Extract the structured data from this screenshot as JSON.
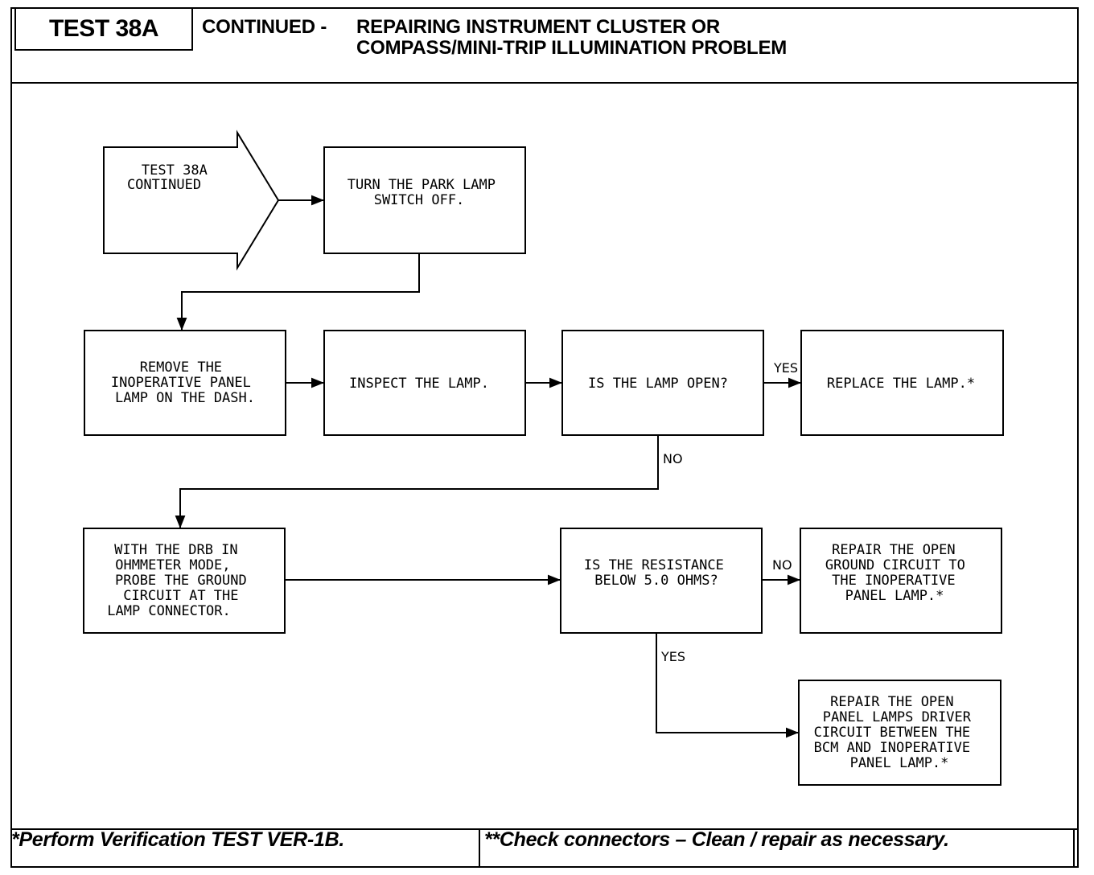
{
  "header": {
    "test_label": "TEST 38A",
    "title_prefix": "CONTINUED -",
    "title_line1": "REPAIRING INSTRUMENT CLUSTER OR",
    "title_line2": "COMPASS/MINI-TRIP ILLUMINATION PROBLEM"
  },
  "flowchart": {
    "start": {
      "lines": [
        "TEST 38A",
        "CONTINUED"
      ]
    },
    "turn_off": {
      "lines": [
        "TURN THE PARK LAMP",
        "SWITCH OFF."
      ]
    },
    "remove_lamp": {
      "lines": [
        "REMOVE THE",
        "INOPERATIVE PANEL",
        "LAMP ON THE DASH."
      ]
    },
    "inspect_lamp": {
      "lines": [
        "INSPECT THE LAMP."
      ]
    },
    "lamp_open": {
      "lines": [
        "IS THE LAMP OPEN?"
      ]
    },
    "replace_lamp": {
      "lines": [
        "REPLACE THE LAMP.*"
      ]
    },
    "probe_ground": {
      "lines": [
        "WITH THE DRB IN",
        "OHMMETER MODE,",
        "PROBE THE GROUND",
        "CIRCUIT AT THE",
        "LAMP CONNECTOR."
      ]
    },
    "resistance": {
      "lines": [
        "IS THE RESISTANCE",
        "BELOW 5.0 OHMS?"
      ]
    },
    "repair_ground": {
      "lines": [
        "REPAIR THE OPEN",
        "GROUND CIRCUIT TO",
        "THE INOPERATIVE",
        "PANEL LAMP.*"
      ]
    },
    "repair_driver": {
      "lines": [
        "REPAIR THE OPEN",
        "PANEL LAMPS DRIVER",
        "CIRCUIT BETWEEN THE",
        "BCM AND INOPERATIVE",
        "PANEL LAMP.*"
      ]
    },
    "labels": {
      "yes_lamp": "YES",
      "no_lamp": "NO",
      "no_resistance": "NO",
      "yes_resistance": "YES"
    }
  },
  "footer": {
    "left": "*Perform Verification TEST VER-1B.",
    "right": "**Check connectors – Clean / repair as necessary."
  }
}
